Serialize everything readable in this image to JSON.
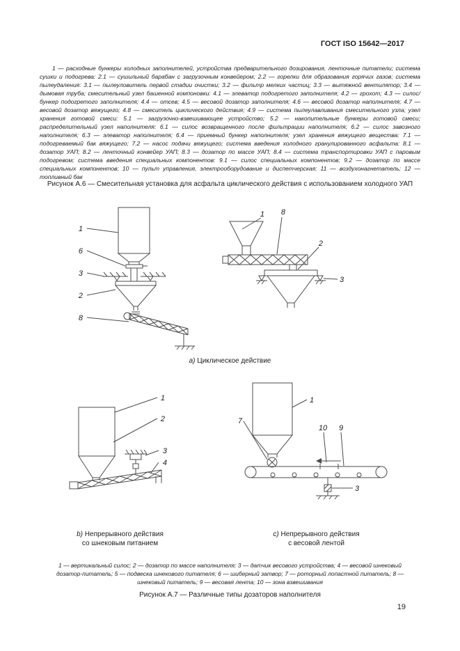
{
  "header": {
    "doc_code": "ГОСТ ISO 15642—2017"
  },
  "figure_a6": {
    "legend": "1 — расходные бункеры холодных заполнителей, устройства предварительного дозирования, ленточные питатели; система сушки и подогрева: 2.1 — сушильный барабан с загрузочным конвейером; 2.2 — горелки для образования горячих газов; система пылеудаления: 3.1 — пылеуловитель первой стадии очистки; 3.2 — фильтр мелких частиц; 3.3 — вытяжной вентилятор; 3.4 — дымовая труба; смесительный узел башенной компоновки: 4.1 — элеватор подогретого заполнителя; 4.2 — грохот; 4.3 — силос/бункер подогретого заполнителя; 4.4 — отсев; 4.5 — весовой дозатор заполнителя; 4.6 — весовой дозатор наполнителя; 4.7 — весовой дозатор вяжущего; 4.8 — смеситель циклического действия; 4.9 — система пылеулавливания смесительного узла; узел хранения готовой смеси: 5.1 — загрузочно-взвешивающее устройство; 5.2 — накопительные бункеры готовой смеси; распределительный узел наполнителя: 6.1 — силос возвращенного после фильтрации наполнителя; 6.2 — силос завозного наполнителя; 6.3 — элеватор наполнителя; 6.4 — приемный бункер наполнителя; узел хранения вяжущего вещества: 7.1 — подогреваемый бак вяжущего; 7.2 — насос подачи вяжущего; система введения холодного гранулированного асфальта: 8.1 — дозатор УАП; 8.2 — ленточный конвейер УАП; 8.3 — дозатор по массе УАП; 8.4 — система транспортировки УАП с паровым подогревом; система введения специальных компонентов: 9.1 — силос специальных компонентов; 9.2 — дозатор по массе специальных компонентов; 10 — пульт управления, электрооборудование и диспетчерская; 11 — воздухонагнетатель; 12 — топливный бак",
    "title": "Рисунок А.6 — Смесительная установка для асфальта циклического действия с использованием холодного УАП"
  },
  "figure_a7": {
    "caption_a": {
      "letter": "а)",
      "text": "Циклическое действие"
    },
    "caption_b": {
      "letter": "b)",
      "line1": "Непрерывного действия",
      "line2": "со шнековым питанием"
    },
    "caption_c": {
      "letter": "с)",
      "line1": "Непрерывного действия",
      "line2": "с весовой лентой"
    },
    "legend": "1 — вертикальный силос; 2 — дозатор по массе наполнителя; 3 — датчик весового устройства; 4 — весовой шнековый дозатор-питатель; 5 — подвеска шнекового питателя; 6 — шиберный затвор; 7 — роторный лопастной питатель; 8 — шнековый питатель; 9 — весовая лента; 10 — зона взвешивания",
    "title": "Рисунок А.7 — Различные типы дозаторов наполнителя"
  },
  "labels": {
    "a_left": [
      "1",
      "6",
      "3",
      "2",
      "8"
    ],
    "a_right": [
      "1",
      "8",
      "2",
      "3"
    ],
    "b": [
      "1",
      "2",
      "3",
      "4"
    ],
    "c": [
      "1",
      "7",
      "10",
      "9",
      "3"
    ]
  },
  "footer": {
    "page_number": "19"
  }
}
